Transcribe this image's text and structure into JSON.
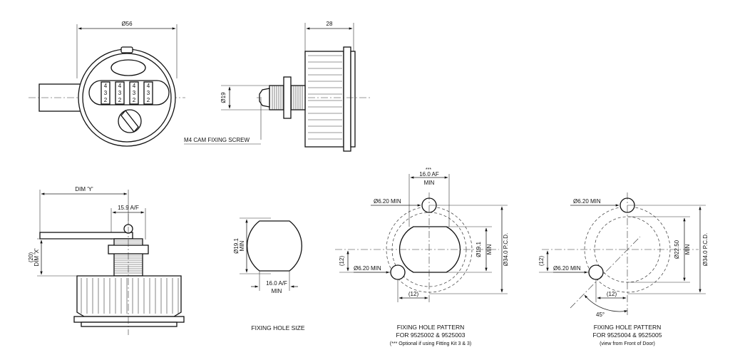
{
  "front_view": {
    "dim_diameter": "Ø56",
    "dial_rows": [
      [
        "4",
        "4",
        "4",
        "4"
      ],
      [
        "3",
        "3",
        "3",
        "3"
      ],
      [
        "2",
        "2",
        "2",
        "2"
      ]
    ]
  },
  "side_view": {
    "dim_depth": "28",
    "dim_shaft": "Ø19",
    "callout_screw": "M4 CAM FIXING SCREW"
  },
  "lower_side_view": {
    "dim_y": "DIM 'Y'",
    "dim_af": "15.9 A/F",
    "dim_x_value": "(20)",
    "dim_x_label": "DIM 'X'"
  },
  "fixing_hole_size": {
    "dim_height_value": "Ø19.1",
    "dim_height_min": "MIN",
    "dim_width_value": "16.0 A/F",
    "dim_width_min": "MIN",
    "caption": "FIXING HOLE SIZE"
  },
  "pattern_a": {
    "note_marker": "***",
    "dim_af_value": "16.0 AF",
    "dim_af_min": "MIN",
    "hole_top": "Ø6.20 MIN",
    "hole_bottom": "Ø6.20 MIN",
    "dim_bore_value": "Ø19.1",
    "dim_bore_min": "MIN",
    "dim_pcd": "Ø34.0 P.C.D.",
    "dim_left_offset": "(12)",
    "dim_bottom_offset": "(12)",
    "caption_line1": "FIXING HOLE PATTERN",
    "caption_line2": "FOR 9525002 & 9525003",
    "caption_note": "(*** Optional if using Fitting Kit 3 & 3)"
  },
  "pattern_b": {
    "hole_top": "Ø6.20 MIN",
    "hole_bottom": "Ø6.20 MIN",
    "dim_bore_value": "Ø22.50",
    "dim_bore_min": "MIN",
    "dim_pcd": "Ø34.0 P.C.D.",
    "dim_left_offset": "(12)",
    "dim_bottom_offset": "(12)",
    "angle": "45°",
    "caption_line1": "FIXING HOLE PATTERN",
    "caption_line2": "FOR 9525004 & 9525005",
    "caption_note": "(view from Front of Door)"
  }
}
